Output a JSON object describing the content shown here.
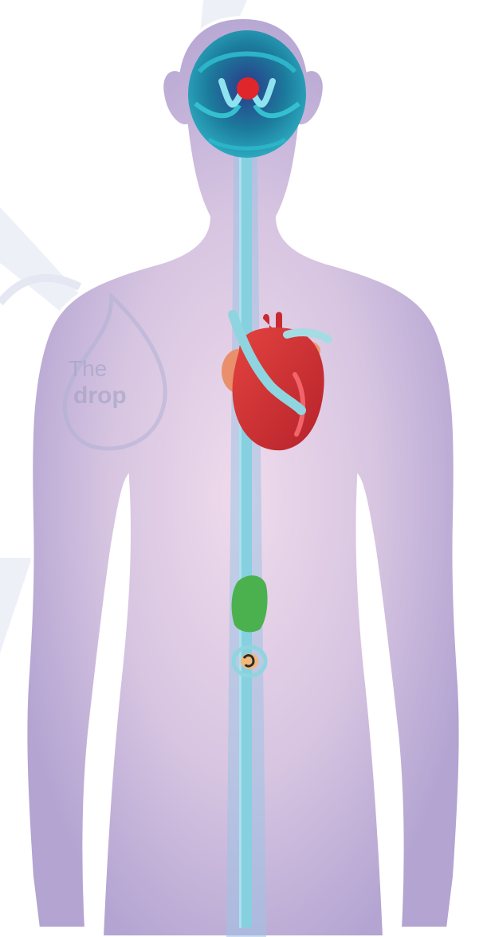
{
  "watermark": {
    "logo_text_1": "The",
    "logo_text_2": "drop"
  },
  "organs": [
    "brain",
    "heart",
    "kidney",
    "intestine"
  ],
  "colors": {
    "body_fill": "#c3b2d8",
    "body_glow": "#ecd6ea",
    "spine": "#86d0e0",
    "brain": "#16708f",
    "brain_center": "#e0252b",
    "heart": "#d8323a",
    "kidney": "#4bb14f",
    "watermark": "#c8cde4"
  }
}
